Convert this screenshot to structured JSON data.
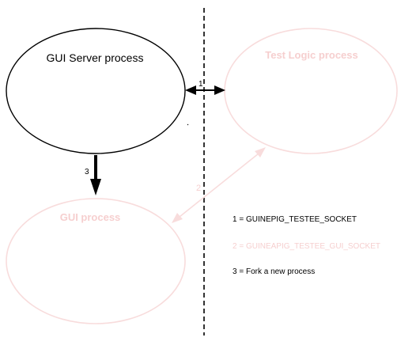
{
  "colors": {
    "primary": "#000000",
    "faded": "#f8dcdc",
    "faded_text": "#f6cfcf",
    "background": "#ffffff"
  },
  "nodes": {
    "gui_server": {
      "label": "GUI Server process"
    },
    "test_logic": {
      "label": "Test Logic process"
    },
    "gui_process": {
      "label": "GUI process"
    }
  },
  "connectors": {
    "socket_testee": {
      "number": "1"
    },
    "socket_testee_gui": {
      "number": "2"
    },
    "fork": {
      "number": "3"
    }
  },
  "legend": {
    "items": [
      {
        "text": "1 = GUINEPIG_TESTEE_SOCKET"
      },
      {
        "text": "2 = GUINEAPIG_TESTEE_GUI_SOCKET"
      },
      {
        "text": "3 = Fork a new process"
      }
    ]
  }
}
